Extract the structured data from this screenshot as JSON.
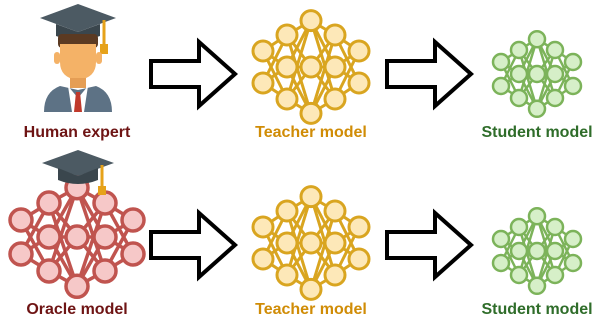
{
  "colors": {
    "human": "#6e1414",
    "teacher": "#d08c06",
    "student": "#2f6d2a",
    "oracle": "#6e1414",
    "teacher_node_fill": "#fde8b8",
    "teacher_stroke": "#d9a520",
    "student_node_fill": "#d6efc8",
    "student_stroke": "#7cb35a",
    "oracle_node_fill": "#f6c8c8",
    "oracle_stroke": "#c0544f"
  },
  "rows": [
    {
      "source_label": "Human expert",
      "teacher_label": "Teacher model",
      "student_label": "Student model"
    },
    {
      "source_label": "Oracle model",
      "teacher_label": "Teacher model",
      "student_label": "Student model"
    }
  ]
}
